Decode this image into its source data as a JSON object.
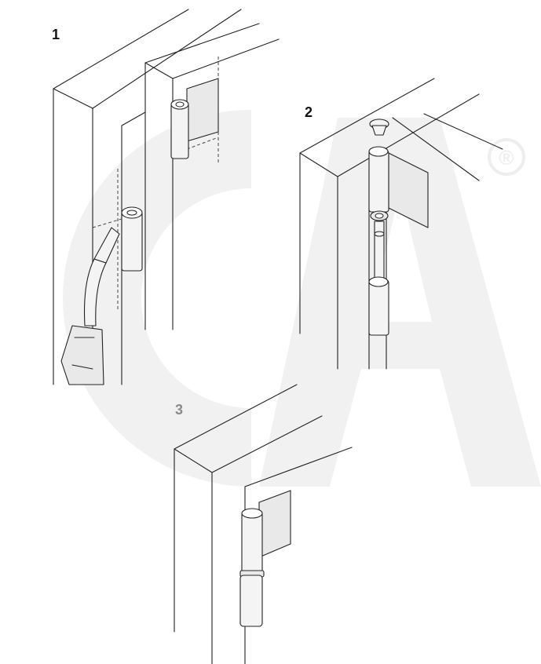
{
  "steps": {
    "step1_label": "1",
    "step2_label": "2",
    "step3_label": "3"
  },
  "watermark": {
    "text": "CA",
    "registered_mark": "®",
    "color": "#f1f1f1"
  },
  "colors": {
    "line": "#222222",
    "part_fill": "#f4f4f4",
    "step3_label": "#8a8a8a"
  }
}
